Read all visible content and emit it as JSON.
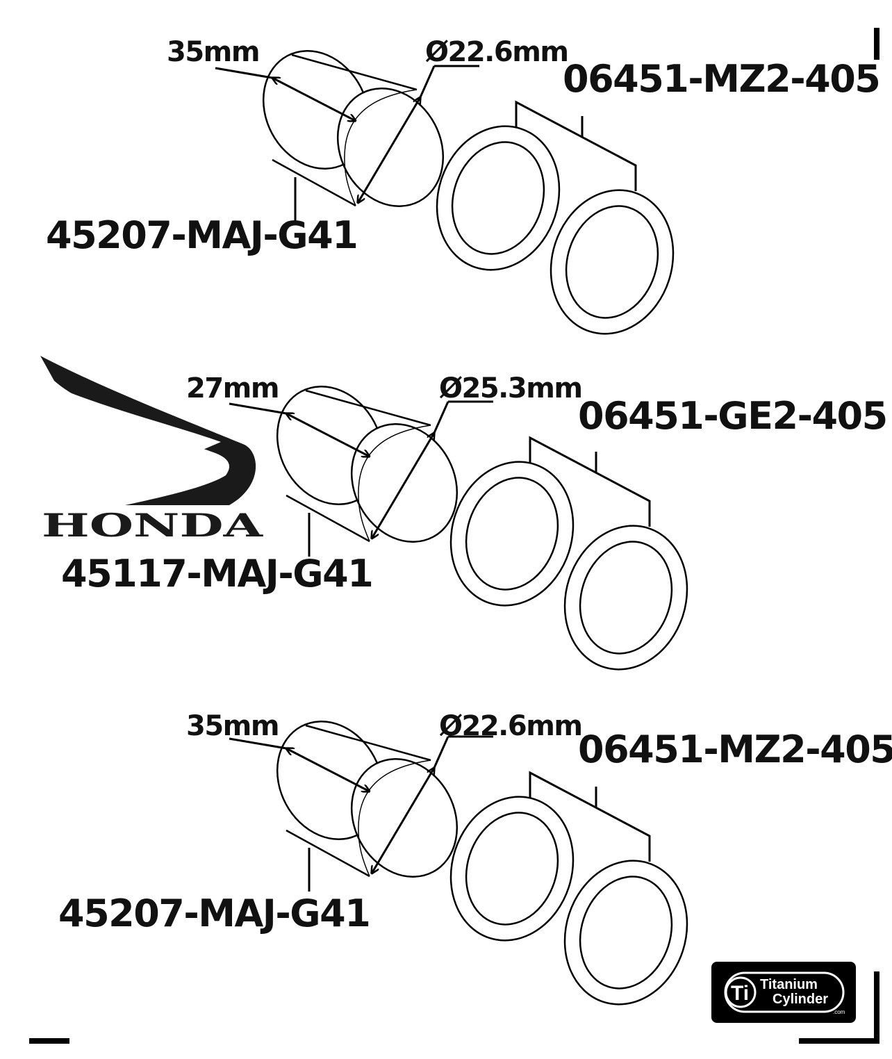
{
  "groups": [
    {
      "length": "35mm",
      "diameter_symbol": "Ø",
      "diameter": "22.6mm",
      "seal_part": "06451-MZ2-405",
      "piston_part": "45207-MAJ-G41"
    },
    {
      "length": "27mm",
      "diameter_symbol": "Ø",
      "diameter": "25.3mm",
      "seal_part": "06451-GE2-405",
      "piston_part": "45117-MAJ-G41"
    },
    {
      "length": "35mm",
      "diameter_symbol": "Ø",
      "diameter": "22.6mm",
      "seal_part": "06451-MZ2-405",
      "piston_part": "45207-MAJ-G41"
    }
  ],
  "brand_logo": {
    "text": "HONDA",
    "icon": "honda-wing-icon"
  },
  "maker_badge": {
    "icon_text": "Ti",
    "line1": "Titanium",
    "line2": "Cylinder",
    "suffix": ".com"
  },
  "colors": {
    "ink": "#000000",
    "background": "#ffffff",
    "logo_fill": "#1a1a1a"
  }
}
